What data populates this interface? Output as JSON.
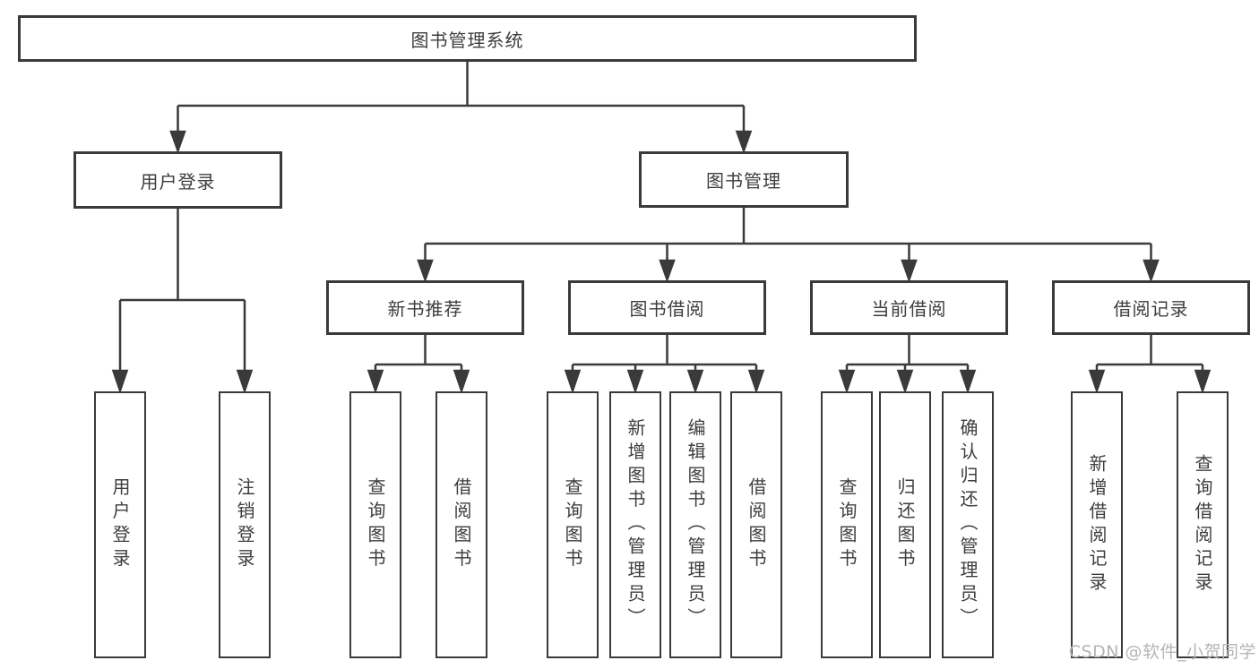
{
  "nodes": {
    "root": "图书管理系统",
    "user_login_group": "用户登录",
    "book_mgmt": "图书管理",
    "new_book_rec": "新书推荐",
    "book_borrow": "图书借阅",
    "current_borrow": "当前借阅",
    "borrow_records": "借阅记录",
    "login": "用户登录",
    "logout": "注销登录",
    "query_book_1": "查询图书",
    "borrow_book_1": "借阅图书",
    "query_book_2": "查询图书",
    "add_book": "新增图书（管理员）",
    "edit_book": "编辑图书（管理员）",
    "borrow_book_2": "借阅图书",
    "query_book_3": "查询图书",
    "return_book": "归还图书",
    "confirm_return": "确认归还（管理员）",
    "add_borrow_record": "新增借阅记录",
    "query_borrow_record": "查询借阅记录"
  },
  "watermark": "CSDN @软件_小贺同学",
  "colors": {
    "line": "#3a3a3a",
    "text": "#3d3d3d",
    "background": "#ffffff",
    "watermark": "#b5b5b5"
  }
}
